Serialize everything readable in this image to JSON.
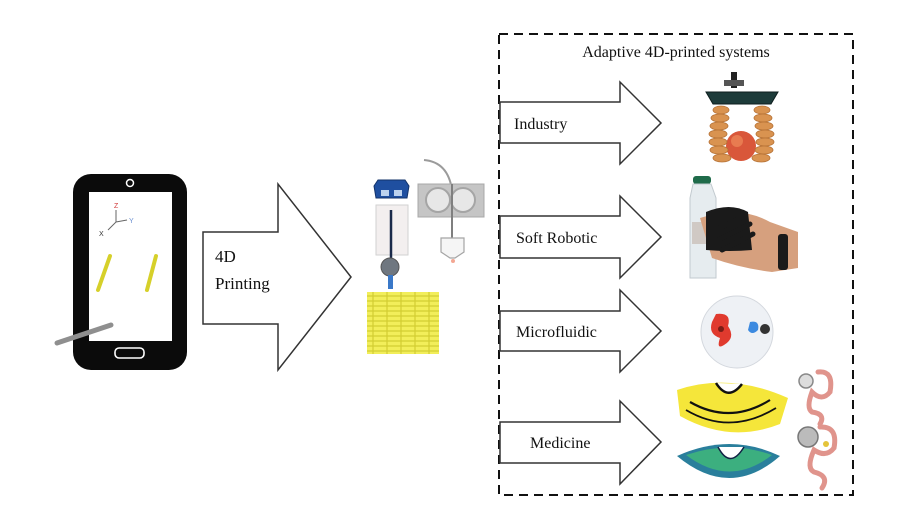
{
  "diagram": {
    "title": "Adaptive 4D-printed systems",
    "process_arrow": {
      "line1": "4D",
      "line2": "Printing"
    },
    "phone": {
      "axes": {
        "z": "Z",
        "y": "Y",
        "x": "X"
      },
      "axis_colors": {
        "z": "#d23a3a",
        "y": "#6a8fd0",
        "x": "#333333"
      },
      "rod_color": "#d6d02a"
    },
    "printer": {
      "syringe_cap_color": "#1f4fa0",
      "scaffold_color": "#f2ee5a"
    },
    "applications": [
      {
        "label": "Industry",
        "image": "soft-gripper-holding-apple"
      },
      {
        "label": "Soft Robotic",
        "image": "soft-robotic-glove-holding-bottle"
      },
      {
        "label": "Microfluidic",
        "image": "microfluidic-chip-red-blue-dye"
      },
      {
        "label": "Medicine",
        "image": "stent-and-stomach-implant"
      }
    ]
  }
}
